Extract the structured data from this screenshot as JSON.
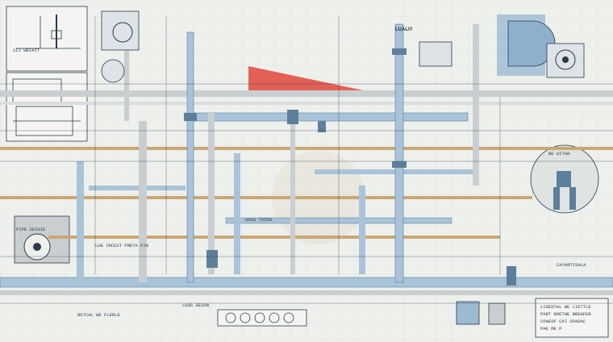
{
  "colors": {
    "paper": "#eef0ec",
    "pipe_blue": "#a9c3d8",
    "pipe_blue_dark": "#5d7f9c",
    "pipe_grey": "#c9ced1",
    "pipe_tan": "#c9a774",
    "accent_red": "#e0473a",
    "line_ink": "#2b3a4a",
    "panel_blue": "#9dbad3"
  },
  "icons": [
    "valve-icon",
    "pump-icon",
    "gauge-icon",
    "motor-icon",
    "tank-icon"
  ],
  "labels": {
    "top_center": "LUALIY",
    "top_left_block": "SIJ WECAIT",
    "left_note": "PIPE SEIGIE",
    "mid_left_note": "LUE INCEST FMETA FIN",
    "right_circle": "BE UITGH",
    "bottom_left_note": "NOTCAL WE FLERLE",
    "bottom_center_note": "LUUS GESON",
    "bottom_right_legend_1": "LIDEDTAL WE LIETTLE",
    "bottom_right_legend_2": "PART NOETHE BREAFER",
    "bottom_right_legend_3": "CONEOF CAT SPADAC",
    "bottom_right_legend_4": "PAE ME P",
    "right_mid": "CAYARTISALA",
    "mid_sheet": "GASS TOIEN"
  }
}
